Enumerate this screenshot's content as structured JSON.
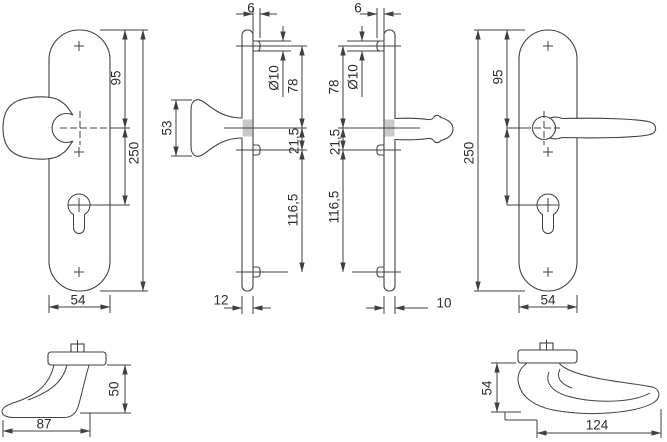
{
  "drawing": {
    "knob_plate_front": {
      "top_to_handle": "95",
      "plate_height": "250",
      "plate_width": "54"
    },
    "knob_side_view": {
      "knob_depth": "53",
      "boss_protrusion": "6",
      "boss_diameter": "Ø10",
      "boss1_to_handle": "78",
      "handle_to_boss2": "21,5",
      "boss2_to_boss3": "116,5",
      "plate_thickness": "12"
    },
    "lever_side_view": {
      "boss_protrusion": "6",
      "boss_diameter": "Ø10",
      "boss1_to_handle": "78",
      "handle_to_boss2": "21,5",
      "boss2_to_boss3": "116,5",
      "plate_thickness": "10"
    },
    "lever_plate_front": {
      "top_to_handle": "95",
      "plate_height": "250",
      "plate_width": "54"
    },
    "knob_top_view": {
      "grip_height": "50",
      "grip_length": "87"
    },
    "lever_top_view": {
      "grip_height": "54",
      "grip_length": "124"
    }
  }
}
